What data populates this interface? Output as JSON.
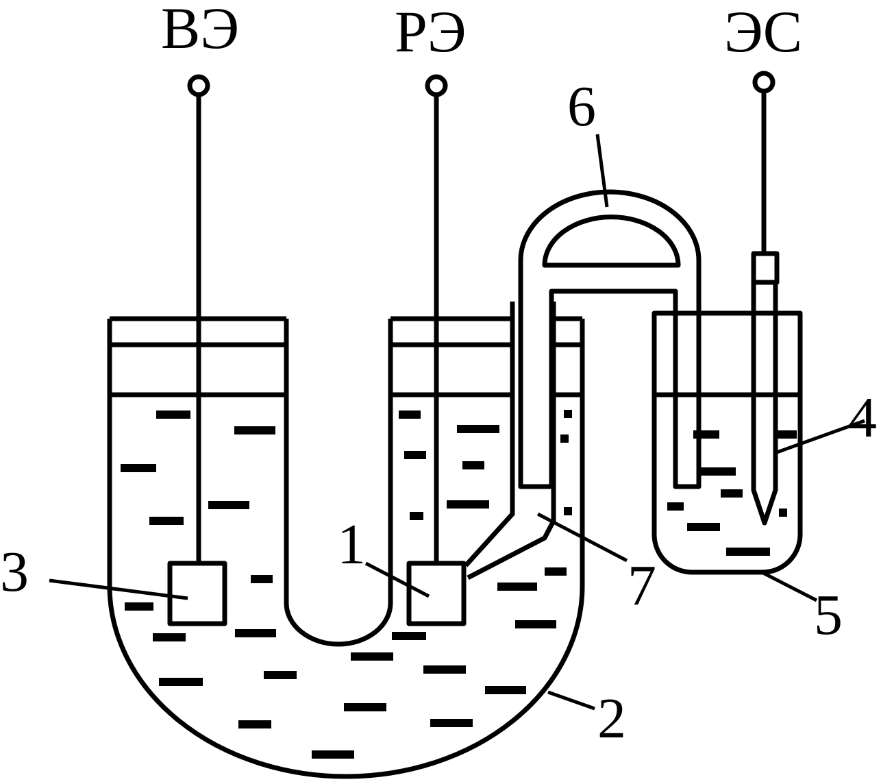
{
  "diagram": {
    "electrodes": {
      "auxiliary": "ВЭ",
      "working": "РЭ",
      "reference": "ЭС"
    },
    "callouts": [
      "1",
      "2",
      "3",
      "4",
      "5",
      "6",
      "7"
    ],
    "colors": {
      "stroke": "#000000",
      "background": "#ffffff"
    }
  }
}
